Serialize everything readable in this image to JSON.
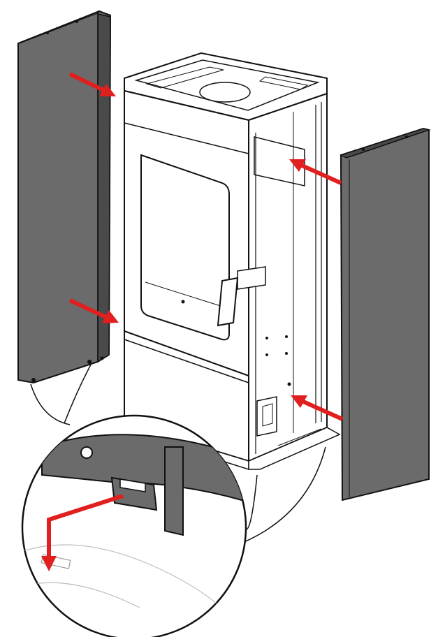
{
  "colors": {
    "panel_fill": "#6b6b6b",
    "panel_edge": "#4a4a4a",
    "line": "#111111",
    "arrow": "#e01f1f",
    "background": "#ffffff"
  },
  "parts": {
    "left_side_panel": "side-panel",
    "right_side_panel": "side-panel",
    "stove_body": "stove-frame",
    "door_glass": "glass-window",
    "detail_callout": "magnified-detail"
  },
  "arrows": [
    {
      "id": "left-top-arrow",
      "direction": "right"
    },
    {
      "id": "left-bottom-arrow",
      "direction": "right"
    },
    {
      "id": "right-top-arrow",
      "direction": "left"
    },
    {
      "id": "right-bottom-arrow",
      "direction": "left"
    },
    {
      "id": "detail-arrow",
      "direction": "down"
    }
  ]
}
